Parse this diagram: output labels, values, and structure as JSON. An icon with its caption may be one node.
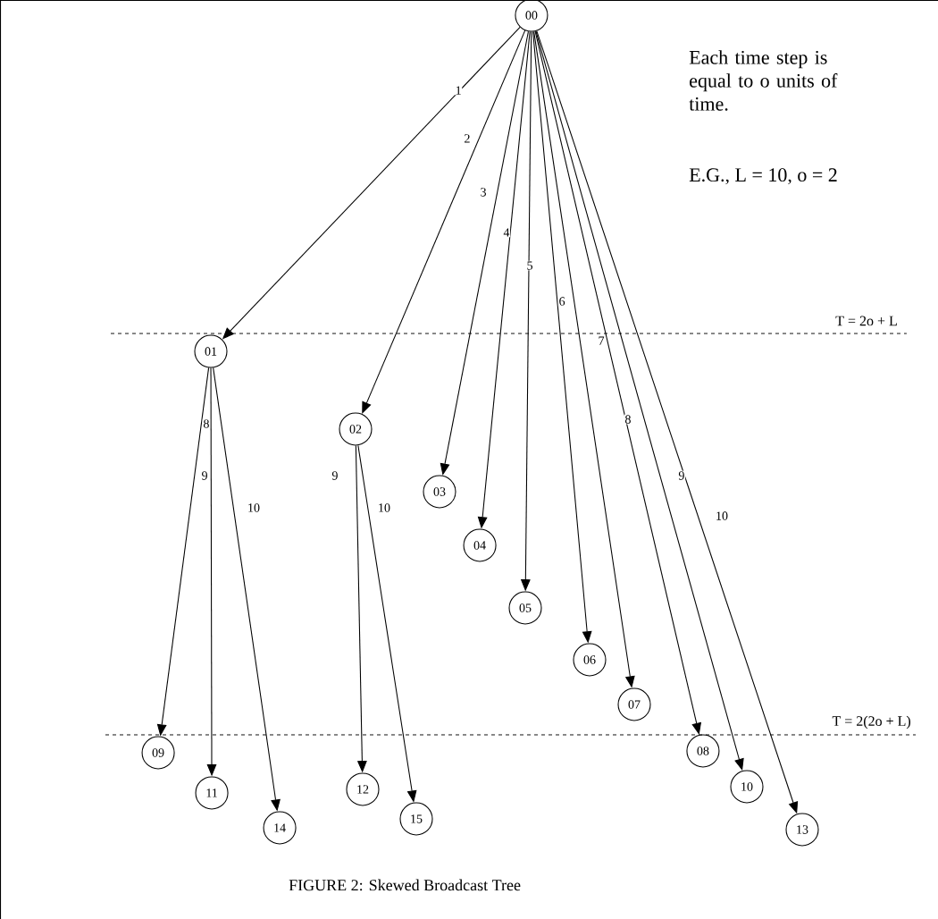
{
  "diagram": {
    "caption": "FIGURE 2: Skewed Broadcast Tree",
    "nodes": [
      {
        "text": [
          "00"
        ]
      },
      {
        "text": [
          "01"
        ]
      },
      {
        "text": [
          "02"
        ]
      },
      {
        "text": [
          "03"
        ]
      },
      {
        "text": [
          "04"
        ]
      },
      {
        "text": [
          "05"
        ]
      },
      {
        "text": [
          "06"
        ]
      },
      {
        "text": [
          "07"
        ]
      },
      {
        "text": [
          "08"
        ]
      },
      {
        "text": [
          "09"
        ]
      },
      {
        "text": [
          "10"
        ]
      },
      {
        "text": [
          "11"
        ]
      },
      {
        "text": [
          "12"
        ]
      },
      {
        "text": [
          "13"
        ]
      },
      {
        "text": [
          "14"
        ]
      },
      {
        "text": [
          "15"
        ]
      }
    ],
    "edges": [
      {
        "from": 0,
        "to": 1,
        "arrow": "to",
        "label": "1"
      },
      {
        "from": 0,
        "to": 2,
        "arrow": "to",
        "label": "2"
      },
      {
        "from": 0,
        "to": 3,
        "arrow": "to",
        "label": "3"
      },
      {
        "from": 0,
        "to": 4,
        "arrow": "to",
        "label": "4"
      },
      {
        "from": 0,
        "to": 5,
        "arrow": "to",
        "label": "5"
      },
      {
        "from": 0,
        "to": 6,
        "arrow": "to",
        "label": "6"
      },
      {
        "from": 0,
        "to": 7,
        "arrow": "to",
        "label": "7"
      },
      {
        "from": 0,
        "to": 8,
        "arrow": "to",
        "label": "8"
      },
      {
        "from": 0,
        "to": 10,
        "arrow": "to",
        "label": "9"
      },
      {
        "from": 0,
        "to": 13,
        "arrow": "to",
        "label": "10"
      },
      {
        "from": 1,
        "to": 9,
        "arrow": "to",
        "label": "8"
      },
      {
        "from": 1,
        "to": 11,
        "arrow": "to",
        "label": "9"
      },
      {
        "from": 1,
        "to": 14,
        "arrow": "to",
        "label": "10"
      },
      {
        "from": 2,
        "to": 12,
        "arrow": "to",
        "label": "9"
      },
      {
        "from": 2,
        "to": 15,
        "arrow": "to",
        "label": "10"
      }
    ],
    "labels": [
      "Each time step is equal to o units of time.",
      "E.G., L = 10, o = 2",
      "T = 2o + L",
      "T = 2(2o + L)"
    ]
  }
}
